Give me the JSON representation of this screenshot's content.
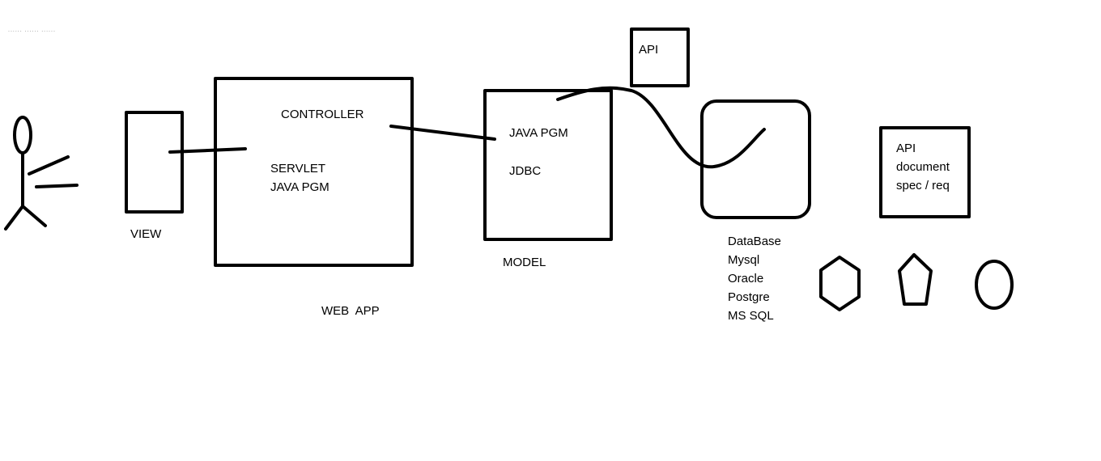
{
  "header": {
    "faint_text": "...... ...... ......"
  },
  "labels": {
    "view": "VIEW",
    "controller": "CONTROLLER",
    "servlet": "SERVLET",
    "servlet_java": "JAVA PGM",
    "web_app": "WEB  APP",
    "model_java": "JAVA PGM",
    "jdbc": "JDBC",
    "model": "MODEL",
    "api": "API",
    "api_doc": [
      "API",
      "document",
      "spec / req"
    ],
    "databases": [
      "DataBase",
      "Mysql",
      "Oracle",
      "Postgre",
      "MS SQL"
    ]
  }
}
